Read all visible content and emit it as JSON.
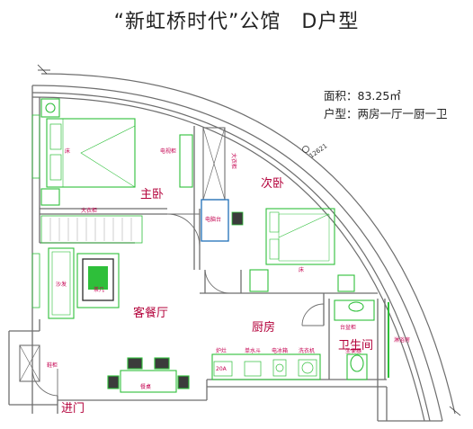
{
  "title": "“新虹桥时代”公馆　D户型",
  "info": {
    "area_label": "面积：",
    "area_value": "83.25㎡",
    "layout_label": "户型：",
    "layout_value": "两房一厅一厨一卫"
  },
  "dimension_label": "12621",
  "rooms": {
    "master_bedroom": "主卧",
    "second_bedroom": "次卧",
    "living_dining": "客餐厅",
    "kitchen": "厨房",
    "bathroom": "卫生间",
    "entrance": "进门"
  },
  "furniture": {
    "bed_master": "床",
    "bed_second": "床",
    "tv_cabinet": "电视柜",
    "wardrobe_master": "大衣柜",
    "wardrobe_second": "大衣柜",
    "desk": "电脑台",
    "sofa": "沙发",
    "coffee_table": "茶几",
    "dining_table": "餐桌",
    "stove": "炉灶",
    "sink": "单水斗",
    "fridge": "电冰箱",
    "washer": "洗衣机",
    "vanity": "台盆柜",
    "shower": "淋浴房",
    "toilet": "坐便器",
    "shoe_cabinet": "鞋柜",
    "kitchen_counter": "20A"
  },
  "colors": {
    "wall": "#6e6e6e",
    "furniture": "#2ebf3a",
    "label": "#c4004f",
    "room_label": "#b3003a",
    "desk_blue": "#1f6fb8"
  }
}
